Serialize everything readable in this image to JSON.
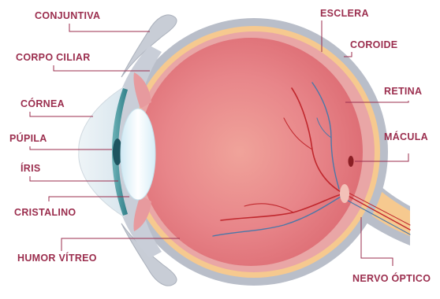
{
  "labels": {
    "conjuntiva": "CONJUNTIVA",
    "corpo_ciliar": "CORPO CILIAR",
    "cornea": "CÓRNEA",
    "pupila": "PÚPILA",
    "iris": "ÍRIS",
    "cristalino": "CRISTALINO",
    "humor_vitreo": "HUMOR VÍTREO",
    "esclera": "ESCLERA",
    "coroide": "COROIDE",
    "retina": "RETINA",
    "macula": "MÁCULA",
    "nervo_optico": "NERVO ÓPTICO"
  },
  "colors": {
    "label_text": "#9b2e4e",
    "leader_line": "#9b2e4e",
    "sclera": "#b9bec9",
    "choroid": "#f6c98f",
    "retina": "#e9a6a6",
    "vitreous": "#e57f82",
    "iris": "#3d8f96",
    "lens": "#e8f6fb",
    "vessel_red": "#c0272d",
    "vessel_blue": "#4b78a8"
  }
}
